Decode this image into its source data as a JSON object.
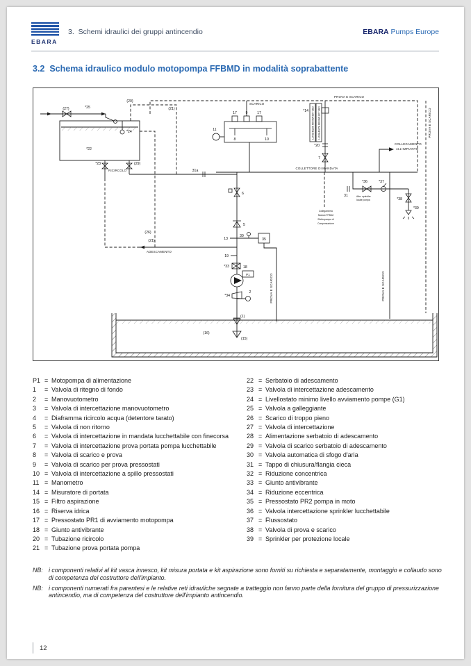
{
  "header": {
    "logo_text": "EBARA",
    "chapter": "3.  Schemi idraulici dei gruppi antincendio",
    "brand_bold": "EBARA",
    "brand_rest": " Pumps Europe"
  },
  "section_title": "3.2  Schema idraulico modulo motopompa FFBMD in modalità soprabattente",
  "page_number": "12",
  "colors": {
    "accent_blue": "#2a69b2",
    "brand_navy": "#16246b",
    "logo_blue": "#2356a8"
  },
  "legend": {
    "separator": "=",
    "left": [
      {
        "num": "P1",
        "text": "Motopompa di alimentazione"
      },
      {
        "num": "1",
        "text": "Valvola di ritegno di fondo"
      },
      {
        "num": "2",
        "text": "Manovuotometro"
      },
      {
        "num": "3",
        "text": "Valvola di intercettazione manovuotometro"
      },
      {
        "num": "4",
        "text": "Diaframma ricircolo acqua (detentore tarato)"
      },
      {
        "num": "5",
        "text": "Valvola di non ritorno"
      },
      {
        "num": "6",
        "text": "Valvola di intercettazione in mandata lucchettabile con finecorsa"
      },
      {
        "num": "7",
        "text": "Valvola di intercettazione prova portata pompa lucchettabile"
      },
      {
        "num": "8",
        "text": "Valvola di scarico e prova"
      },
      {
        "num": "9",
        "text": "Valvola di scarico per prova pressostati"
      },
      {
        "num": "10",
        "text": "Valvola di intercettazione a spillo pressostati"
      },
      {
        "num": "11",
        "text": "Manometro"
      },
      {
        "num": "14",
        "text": "Misuratore di portata"
      },
      {
        "num": "15",
        "text": "Filtro aspirazione"
      },
      {
        "num": "16",
        "text": "Riserva idrica"
      },
      {
        "num": "17",
        "text": "Pressostato PR1 di avviamento motopompa"
      },
      {
        "num": "18",
        "text": "Giunto antivibrante"
      },
      {
        "num": "20",
        "text": "Tubazione ricircolo"
      },
      {
        "num": "21",
        "text": "Tubazione prova portata pompa"
      }
    ],
    "right": [
      {
        "num": "22",
        "text": "Serbatoio di adescamento"
      },
      {
        "num": "23",
        "text": "Valvola di intercettazione adescamento"
      },
      {
        "num": "24",
        "text": "Livellostato minimo livello avviamento pompe (G1)"
      },
      {
        "num": "25",
        "text": "Valvola a galleggiante"
      },
      {
        "num": "26",
        "text": "Scarico di troppo pieno"
      },
      {
        "num": "27",
        "text": "Valvola di intercettazione"
      },
      {
        "num": "28",
        "text": "Alimentazione serbatoio di adescamento"
      },
      {
        "num": "29",
        "text": "Valvola di scarico serbatoio di adescamento"
      },
      {
        "num": "30",
        "text": "Valvola automatica di sfogo d'aria"
      },
      {
        "num": "31",
        "text": "Tappo di chiusura/flangia cieca"
      },
      {
        "num": "32",
        "text": "Riduzione concentrica"
      },
      {
        "num": "33",
        "text": "Giunto antivibrante"
      },
      {
        "num": "34",
        "text": "Riduzione eccentrica"
      },
      {
        "num": "35",
        "text": "Pressostato PR2 pompa in moto"
      },
      {
        "num": "36",
        "text": "Valvola intercettazione sprinkler lucchettabile"
      },
      {
        "num": "37",
        "text": "Flussostato"
      },
      {
        "num": "38",
        "text": "Valvola di prova e scarico"
      },
      {
        "num": "39",
        "text": "Sprinkler per protezione locale"
      }
    ]
  },
  "notes": [
    {
      "label": "NB:",
      "text": "i componenti relativi al kit vasca innesco, kit misura portata e kit aspirazione sono forniti su richiesta e separatamente, montaggio e collaudo sono di competenza del costruttore dell'impianto."
    },
    {
      "label": "NB:",
      "text": "i componenti numerati fra parentesi e le relative reti idrauliche segnate a tratteggio non fanno parte della fornitura del gruppo di pressurizzazione antincendio, ma di competenza del costruttore dell'impianto antincendio."
    }
  ],
  "diagram": {
    "labels": {
      "n27": "(27)",
      "n25": "*25",
      "n20": "(20)",
      "n21_top": "(21)",
      "n22": "*22",
      "n24": "*24",
      "n23": "*23",
      "n29": "(29)",
      "ricircolo": "RICIRCOLO",
      "n31a": "31a",
      "n17a": "17",
      "n9": "9",
      "n17b": "17",
      "scarico": "SCARICO",
      "n11": "11",
      "n8": "8",
      "n10": "10",
      "n14": "*14",
      "lunghezza1": "LUNGHEZZA MINIMA 5Ø TUBO",
      "lunghezza2": "LUNGHEZZA MINIMA 3Ø TUBO",
      "n20b": "*20",
      "n7": "7",
      "collegamento1": "COLLEGAMENTO",
      "collegamento2": "ALL'IMPIANTO",
      "collettore": "COLLETTORE DI MANDATA",
      "n31": "31",
      "n36": "*36",
      "n37": "*37",
      "alim1": "Alim. sprinkler",
      "alim2": "locale pompa",
      "n38": "*38",
      "n39": "*39",
      "modulo1": "Collegamento",
      "modulo2": "Modulo FFBMJ",
      "modulo3": "Elettropompa di",
      "modulo4": "Compensazione",
      "n6": "6",
      "n5": "5",
      "n13": "13",
      "n30": "30",
      "n35": "35",
      "n19": "19",
      "n33": "*33",
      "n18": "18",
      "p1": "P1",
      "n34": "*34",
      "n2": "2",
      "n1": "(1)",
      "n15": "(15)",
      "n16": "(16)",
      "adescamento": "ADESCAMENTO",
      "n26": "(26)",
      "n21_mid": "(21)",
      "prova_top": "PROVA E SCARICO",
      "prova_right_top": "PROVA E SCARICO",
      "prova_mid": "PROVA E SCARICO",
      "prova_right": "PROVA E SCARICO"
    }
  }
}
